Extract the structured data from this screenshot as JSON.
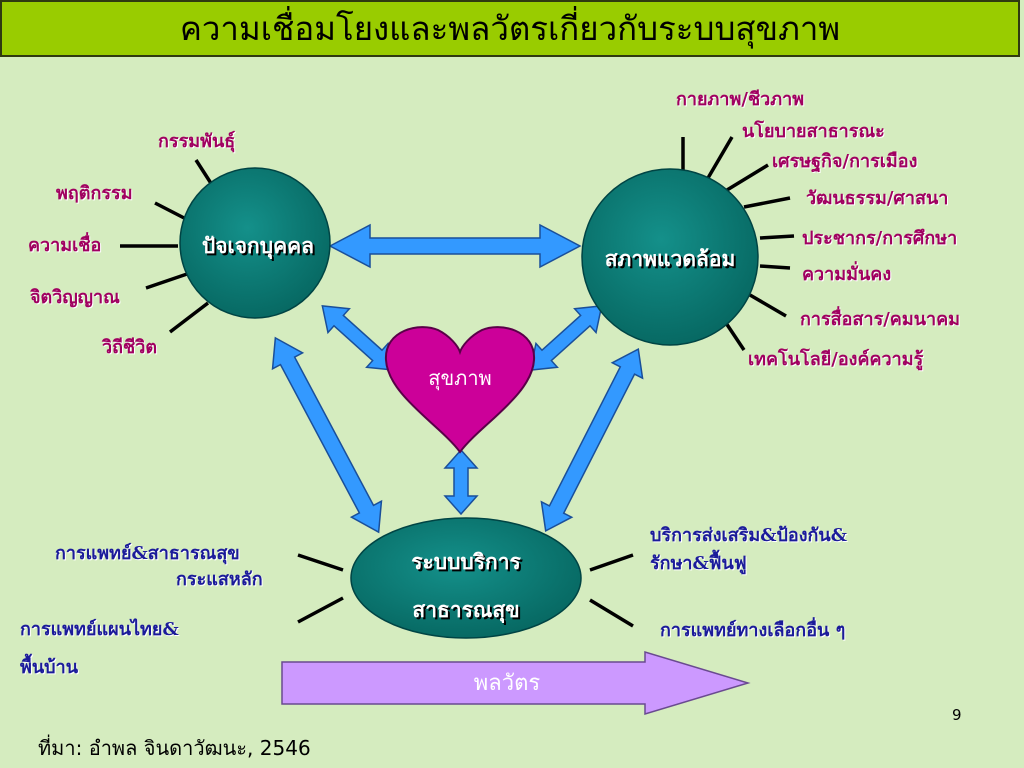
{
  "title": "ความเชื่อมโยงและพลวัตรเกี่ยวกับระบบสุขภาพ",
  "nodes": {
    "individual": "ปัจเจกบุคคล",
    "environment": "สภาพแวดล้อม",
    "health": "สุขภาพ",
    "service_line1": "ระบบบริการ",
    "service_line2": "สาธารณสุข"
  },
  "individual_factors": [
    "กรรมพันธุ์",
    "พฤติกรรม",
    "ความเชื่อ",
    "จิตวิญญาณ",
    "วิถีชีวิต"
  ],
  "environment_factors": [
    "กายภาพ/ชีวภาพ",
    "นโยบายสาธารณะ",
    "เศรษฐกิจ/การเมือง",
    "วัฒนธรรม/ศาสนา",
    "ประชากร/การศึกษา",
    "ความมั่นคง",
    "การสื่อสาร/คมนาคม",
    "เทคโนโลยี/องค์ความรู้"
  ],
  "service_left": {
    "mainstream_line1": "การแพทย์&สาธารณสุข",
    "mainstream_line2": "กระแสหลัก",
    "thai_line1": "การแพทย์แผนไทย&",
    "thai_line2": "พื้นบ้าน"
  },
  "service_right": {
    "promotion_line1": "บริการส่งเสริม&ป้องกัน&",
    "promotion_line2": "รักษา&ฟื้นฟู",
    "alternative": "การแพทย์ทางเลือกอื่น ๆ"
  },
  "flow_label": "พลวัตร",
  "page_number": "9",
  "source": "ที่มา: อำพล จินดาวัฒนะ, 2546",
  "colors": {
    "title_bg": "#99cc00",
    "background": "#d5ecbf",
    "node_fill": "#0a7b77",
    "heart_fill": "#cc0099",
    "arrow_fill": "#3399ff",
    "flow_fill": "#cc99ff",
    "label_magenta": "#a00060",
    "label_blue": "#1b1b9a"
  }
}
